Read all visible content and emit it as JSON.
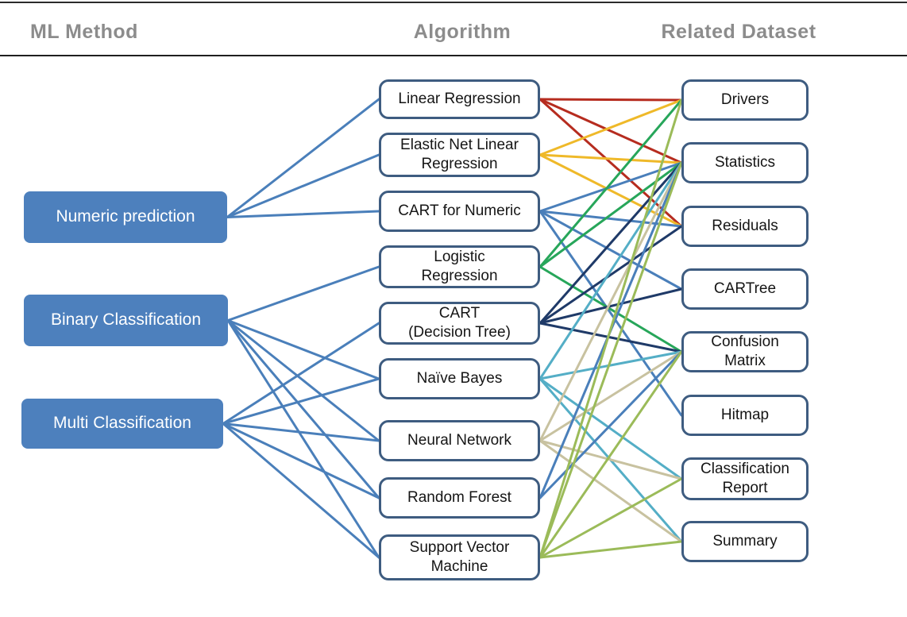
{
  "header": {
    "col1": "ML Method",
    "col2": "Algorithm",
    "col3": "Related Dataset"
  },
  "colors": {
    "method_link": "#4a7fba",
    "red": "#b62c1f",
    "gold": "#efb929",
    "steel": "#4a7fba",
    "green": "#27a65a",
    "navy": "#1f3a68",
    "teal": "#54aec6",
    "tan": "#c8c2a0",
    "olive": "#9bbb59",
    "method_box_fill": "#4d80bd",
    "outline": "#3e5c80",
    "header_text": "#8c8c8c"
  },
  "methods": [
    {
      "id": "numeric-prediction",
      "label": "Numeric prediction"
    },
    {
      "id": "binary-classification",
      "label": "Binary Classification"
    },
    {
      "id": "multi-classification",
      "label": "Multi Classification"
    }
  ],
  "algorithms": [
    {
      "id": "linear-regression",
      "label": "Linear Regression",
      "color": "red"
    },
    {
      "id": "elastic-net",
      "label": "Elastic Net Linear\nRegression",
      "color": "gold"
    },
    {
      "id": "cart-numeric",
      "label": "CART for Numeric",
      "color": "steel"
    },
    {
      "id": "logistic-regression",
      "label": "Logistic\nRegression",
      "color": "green"
    },
    {
      "id": "cart-decision-tree",
      "label": "CART\n(Decision Tree)",
      "color": "navy"
    },
    {
      "id": "naive-bayes",
      "label": "Naïve Bayes",
      "color": "teal"
    },
    {
      "id": "neural-network",
      "label": "Neural Network",
      "color": "tan"
    },
    {
      "id": "random-forest",
      "label": "Random Forest",
      "color": "steel"
    },
    {
      "id": "svm",
      "label": "Support Vector\nMachine",
      "color": "olive"
    }
  ],
  "datasets": [
    {
      "id": "drivers",
      "label": "Drivers"
    },
    {
      "id": "statistics",
      "label": "Statistics"
    },
    {
      "id": "residuals",
      "label": "Residuals"
    },
    {
      "id": "cartree",
      "label": "CARTree"
    },
    {
      "id": "confusion-matrix",
      "label": "Confusion\nMatrix"
    },
    {
      "id": "hitmap",
      "label": "Hitmap"
    },
    {
      "id": "classification-report",
      "label": "Classification\nReport"
    },
    {
      "id": "summary",
      "label": "Summary"
    }
  ],
  "method_links": [
    [
      "numeric-prediction",
      "linear-regression"
    ],
    [
      "numeric-prediction",
      "elastic-net"
    ],
    [
      "numeric-prediction",
      "cart-numeric"
    ],
    [
      "binary-classification",
      "logistic-regression"
    ],
    [
      "binary-classification",
      "naive-bayes"
    ],
    [
      "binary-classification",
      "neural-network"
    ],
    [
      "binary-classification",
      "random-forest"
    ],
    [
      "binary-classification",
      "svm"
    ],
    [
      "multi-classification",
      "cart-decision-tree"
    ],
    [
      "multi-classification",
      "naive-bayes"
    ],
    [
      "multi-classification",
      "neural-network"
    ],
    [
      "multi-classification",
      "random-forest"
    ],
    [
      "multi-classification",
      "svm"
    ]
  ],
  "algorithm_links": [
    [
      "linear-regression",
      "drivers"
    ],
    [
      "linear-regression",
      "statistics"
    ],
    [
      "linear-regression",
      "residuals"
    ],
    [
      "elastic-net",
      "drivers"
    ],
    [
      "elastic-net",
      "statistics"
    ],
    [
      "elastic-net",
      "residuals"
    ],
    [
      "cart-numeric",
      "statistics"
    ],
    [
      "cart-numeric",
      "residuals"
    ],
    [
      "cart-numeric",
      "cartree"
    ],
    [
      "cart-numeric",
      "hitmap"
    ],
    [
      "logistic-regression",
      "drivers"
    ],
    [
      "logistic-regression",
      "statistics"
    ],
    [
      "logistic-regression",
      "confusion-matrix"
    ],
    [
      "cart-decision-tree",
      "statistics"
    ],
    [
      "cart-decision-tree",
      "residuals"
    ],
    [
      "cart-decision-tree",
      "cartree"
    ],
    [
      "cart-decision-tree",
      "confusion-matrix"
    ],
    [
      "naive-bayes",
      "statistics"
    ],
    [
      "naive-bayes",
      "confusion-matrix"
    ],
    [
      "naive-bayes",
      "classification-report"
    ],
    [
      "naive-bayes",
      "summary"
    ],
    [
      "neural-network",
      "statistics"
    ],
    [
      "neural-network",
      "confusion-matrix"
    ],
    [
      "neural-network",
      "classification-report"
    ],
    [
      "neural-network",
      "summary"
    ],
    [
      "random-forest",
      "statistics"
    ],
    [
      "random-forest",
      "confusion-matrix"
    ],
    [
      "svm",
      "drivers"
    ],
    [
      "svm",
      "statistics"
    ],
    [
      "svm",
      "confusion-matrix"
    ],
    [
      "svm",
      "classification-report"
    ],
    [
      "svm",
      "summary"
    ]
  ]
}
